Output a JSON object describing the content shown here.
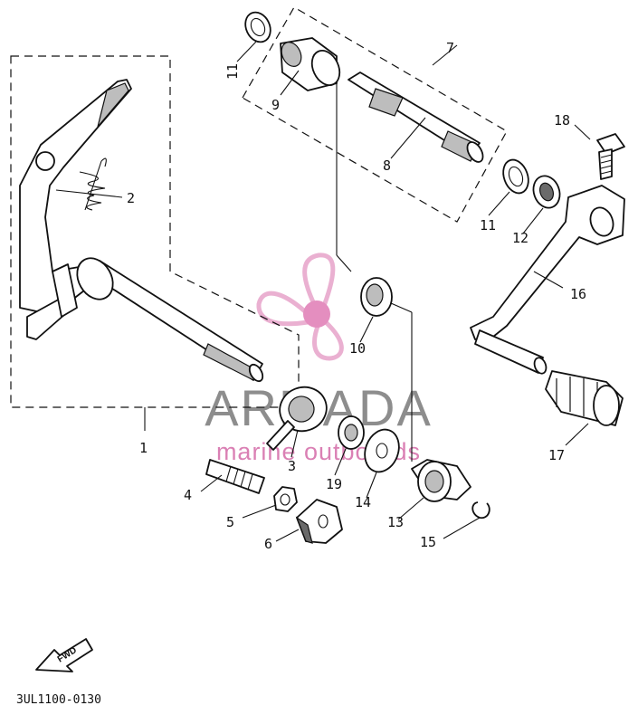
{
  "diagram": {
    "drawing_code": "3UL1100-0130",
    "direction_badge": "FWD",
    "watermark": {
      "brand": "ARMADA",
      "tagline": "marine outboards",
      "accent_color": "#e7a3c9",
      "hub_color": "#e07bb5",
      "text_color": "#7a7a7a"
    },
    "callouts": {
      "p1": "1",
      "p2": "2",
      "p3": "3",
      "p4": "4",
      "p5": "5",
      "p6": "6",
      "p7": "7",
      "p8": "8",
      "p9": "9",
      "p10": "10",
      "p11a": "11",
      "p11b": "11",
      "p12": "12",
      "p13": "13",
      "p14": "14",
      "p15": "15",
      "p16": "16",
      "p17": "17",
      "p18": "18",
      "p19": "19"
    }
  }
}
